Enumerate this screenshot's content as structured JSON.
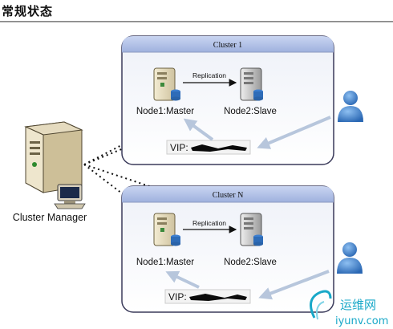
{
  "page": {
    "title": "常规状态"
  },
  "manager": {
    "label": "Cluster Manager"
  },
  "clusters": [
    {
      "title": "Cluster 1",
      "replication_label": "Replication",
      "master_label": "Node1:Master",
      "slave_label": "Node2:Slave",
      "vip_label": "VIP:"
    },
    {
      "title": "Cluster N",
      "replication_label": "Replication",
      "master_label": "Node1:Master",
      "slave_label": "Node2:Slave",
      "vip_label": "VIP:"
    }
  ],
  "watermark": {
    "brand_cn": "运维网",
    "domain": "iyunv.com"
  },
  "colors": {
    "cluster_header": "#aebee6",
    "cluster_border": "#3a3a5a",
    "arrow": "#b7c6dc",
    "user": "#3d7dc8",
    "watermark": "#18a8c8"
  }
}
